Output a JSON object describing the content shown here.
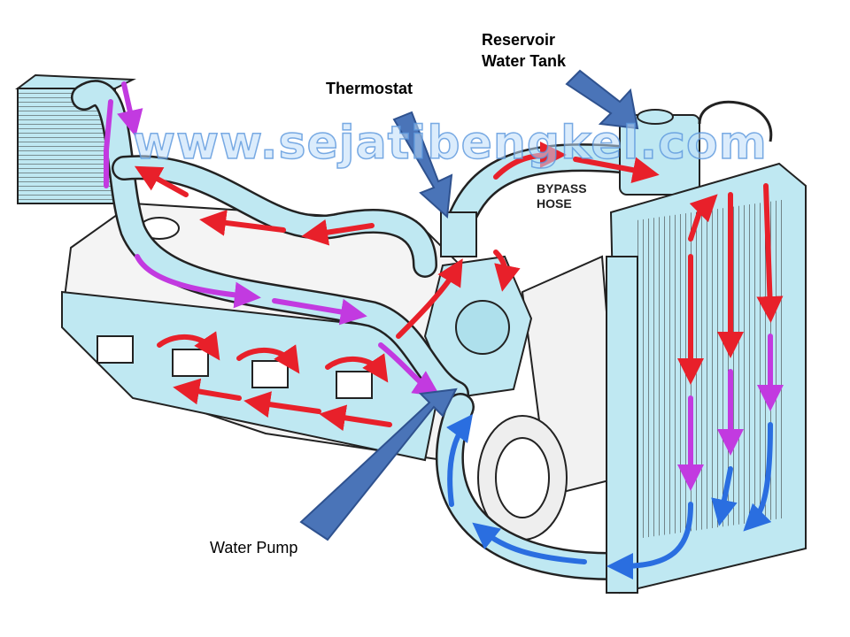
{
  "labels": {
    "reservoir_line1": "Reservoir",
    "reservoir_line2": "Water Tank",
    "thermostat": "Thermostat",
    "water_pump": "Water Pump",
    "bypass_line1": "BYPASS",
    "bypass_line2": "HOSE"
  },
  "watermark": "www.sejatibengkel.com",
  "colors": {
    "coolant_body": "#bfe8f2",
    "hot_flow": "#e8202a",
    "mid_flow": "#c23ae0",
    "cool_flow": "#2a6ee0",
    "callout_arrow": "#4a74b8"
  }
}
